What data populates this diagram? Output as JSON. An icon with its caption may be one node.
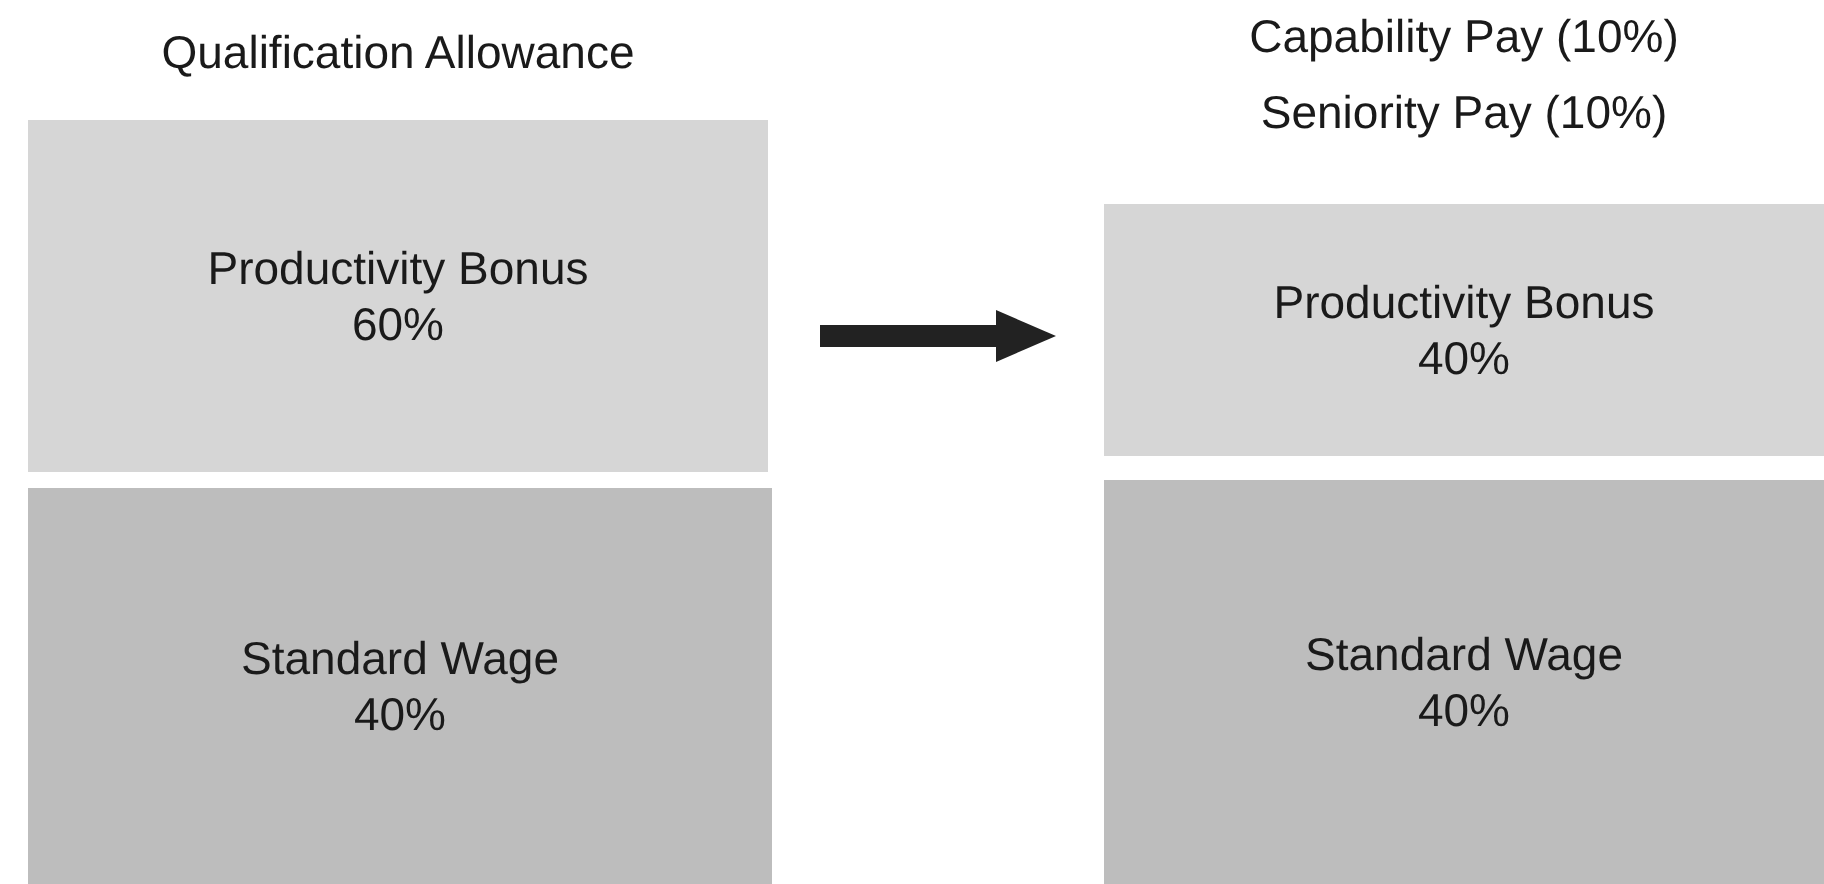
{
  "diagram": {
    "nodes": [
      {
        "text": [
          "Productivity Bonus",
          "60%"
        ]
      },
      {
        "text": [
          "Standard Wage",
          "40%"
        ]
      },
      {
        "text": [
          "Productivity Bonus",
          "40%"
        ]
      },
      {
        "text": [
          "Standard Wage",
          "40%"
        ]
      }
    ],
    "edges": [
      {
        "from": 0,
        "to": 2,
        "arrow": "to"
      }
    ],
    "labels": [
      "Qualification Allowance",
      "Capability Pay (10%)",
      "Seniority Pay (10%)"
    ]
  }
}
